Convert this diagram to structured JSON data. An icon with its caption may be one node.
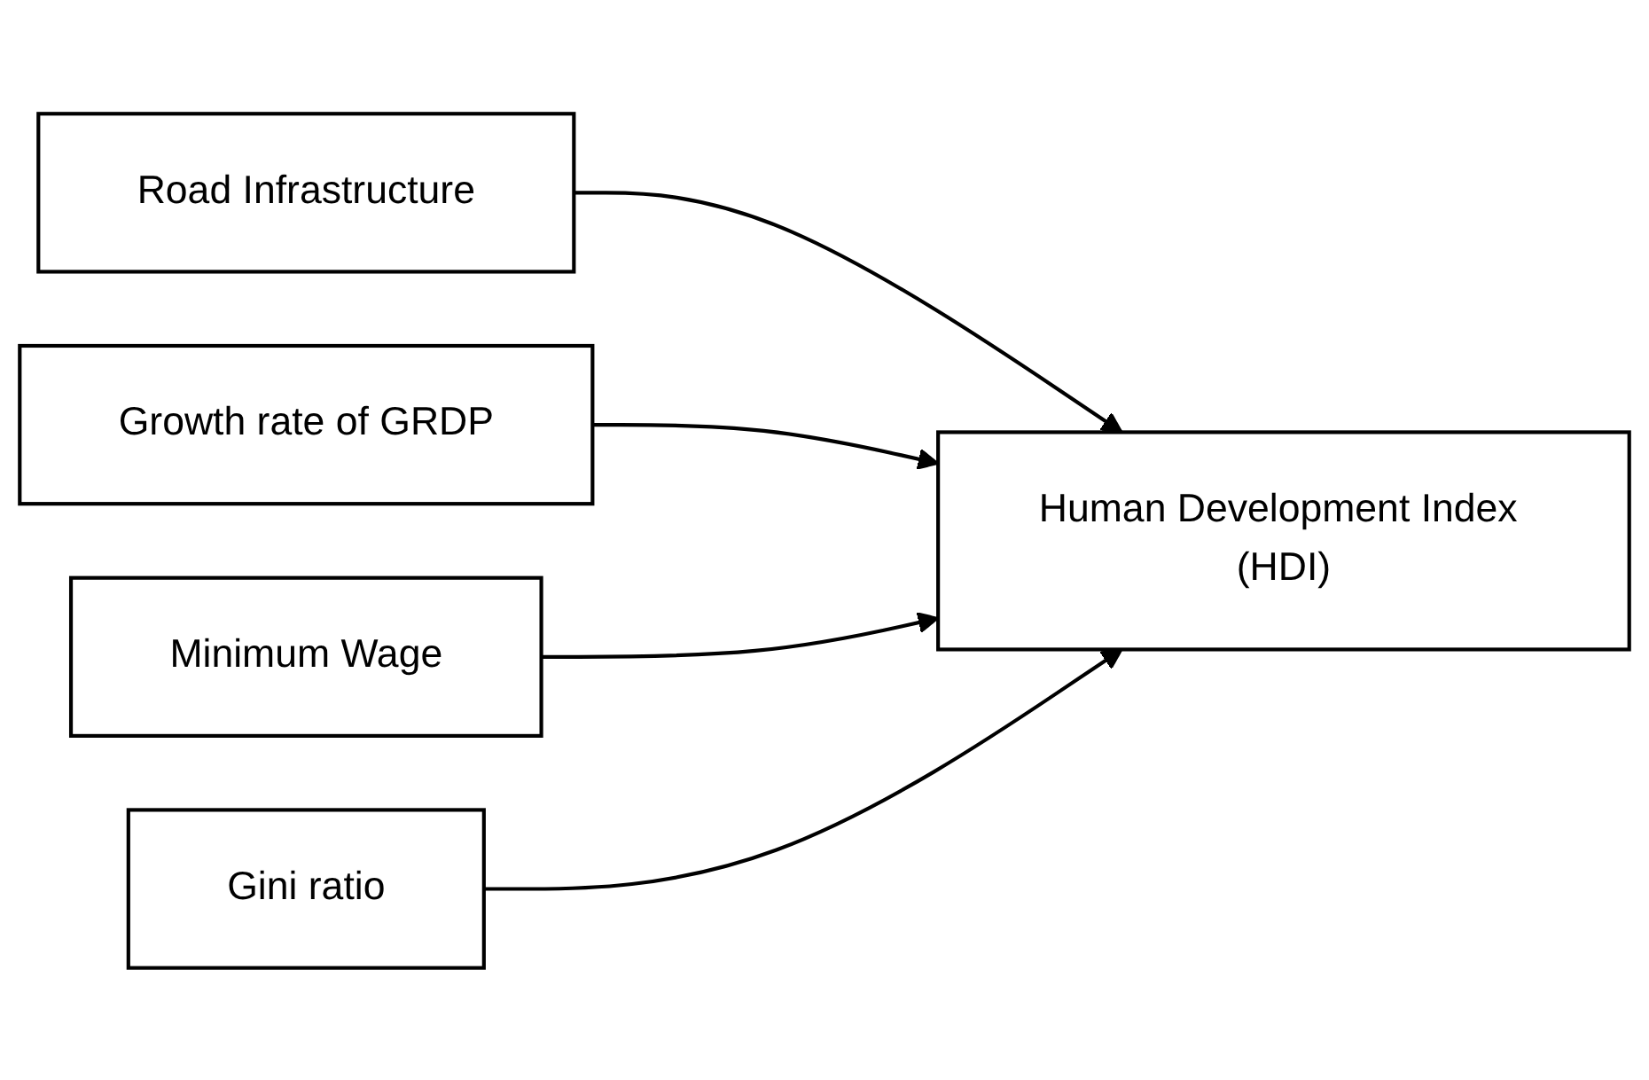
{
  "diagram": {
    "nodes": [
      {
        "text": [
          "Road Infrastructure"
        ]
      },
      {
        "text": [
          "Growth rate of GRDP"
        ]
      },
      {
        "text": [
          "Minimum Wage"
        ]
      },
      {
        "text": [
          "Gini ratio"
        ]
      },
      {
        "text": [
          "Human Development Index (HDI)"
        ]
      }
    ],
    "edges": [
      {
        "from": 0,
        "to": 4,
        "arrow": "to"
      },
      {
        "from": 1,
        "to": 4,
        "arrow": "to"
      },
      {
        "from": 2,
        "to": 4,
        "arrow": "to"
      },
      {
        "from": 3,
        "to": 4,
        "arrow": "to"
      }
    ]
  }
}
